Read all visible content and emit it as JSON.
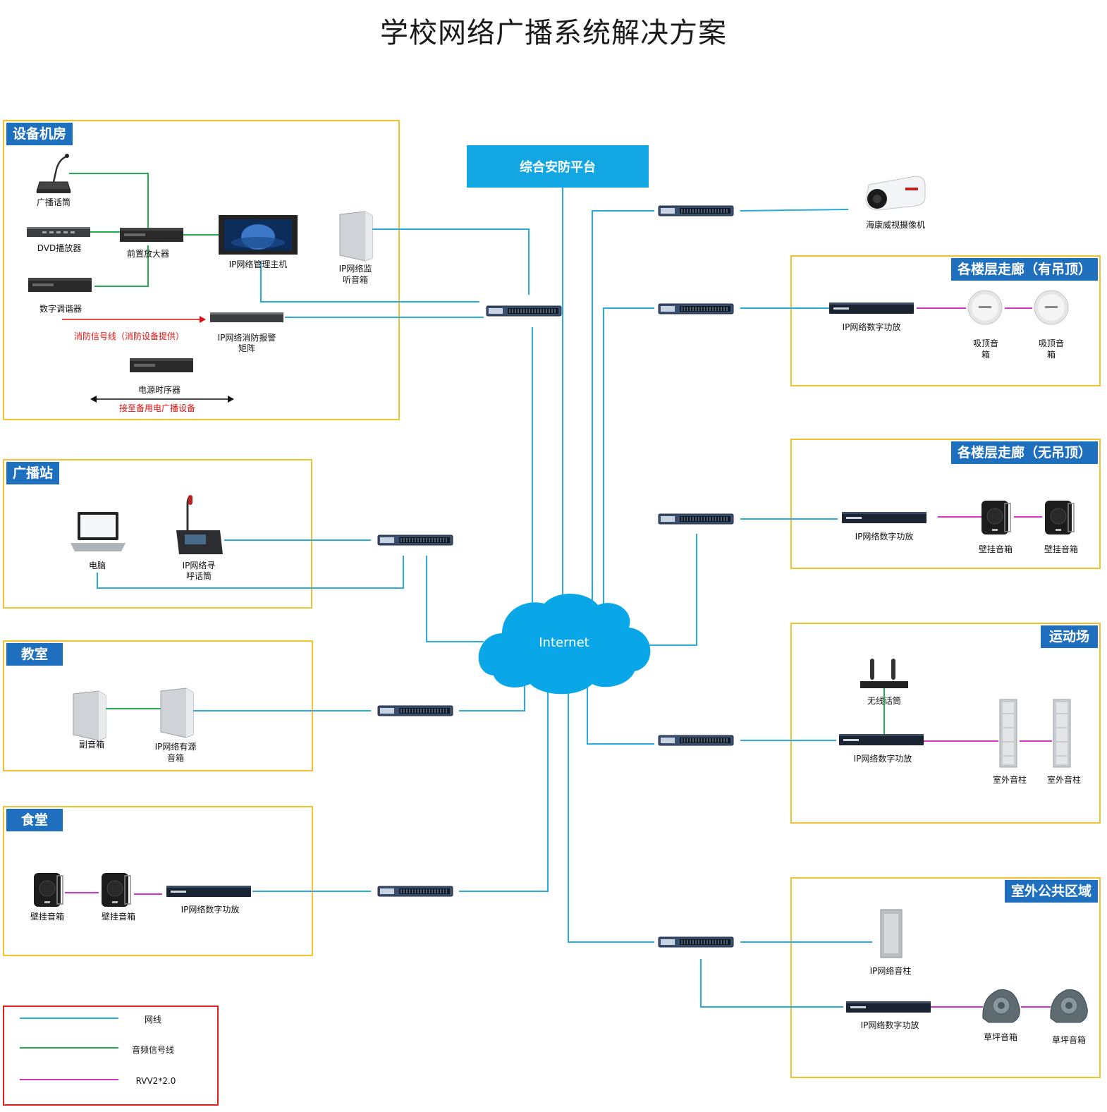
{
  "title": "学校网络广播系统解决方案",
  "platform": "综合安防平台",
  "cloud": "Internet",
  "zones": {
    "equipment_room": "设备机房",
    "broadcast_station": "广播站",
    "classroom": "教室",
    "canteen": "食堂",
    "corridor_ceiling": "各楼层走廊（有吊顶）",
    "corridor_no_ceiling": "各楼层走廊（无吊顶）",
    "playground": "运动场",
    "outdoor": "室外公共区域"
  },
  "labels": {
    "broadcast_mic": "广播话筒",
    "dvd_player": "DVD播放器",
    "preamp": "前置放大器",
    "ip_host": "IP网络管理主机",
    "monitor_speaker_1": "IP网络监",
    "monitor_speaker_2": "听音箱",
    "tuner": "数字调谐器",
    "fire_signal": "消防信号线（消防设备提供）",
    "fire_matrix_1": "IP网络消防报警",
    "fire_matrix_2": "矩阵",
    "power_sequencer": "电源时序器",
    "backup_link": "接至备用电广播设备",
    "computer": "电脑",
    "paging_mic_1": "IP网络寻",
    "paging_mic_2": "呼话筒",
    "sub_speaker": "副音箱",
    "active_speaker_1": "IP网络有源",
    "active_speaker_2": "音箱",
    "wall_speaker": "壁挂音箱",
    "digital_amp": "IP网络数字功放",
    "camera": "海康威视摄像机",
    "ceiling_speaker_1": "吸顶音",
    "ceiling_speaker_2": "箱",
    "wireless_mic": "无线话筒",
    "outdoor_column": "室外音柱",
    "ip_column": "IP网络音柱",
    "lawn_speaker": "草坪音箱"
  },
  "legend": [
    {
      "label": "网线",
      "color": "#29aae1"
    },
    {
      "label": "音频信号线",
      "color": "#1fae4b"
    },
    {
      "label": "RVV2*2.0",
      "color": "#d633cc"
    }
  ],
  "colors": {
    "network": "#29aae1",
    "audio": "#1fae4b",
    "rvv": "#d633cc",
    "zone_border": "#f2c232",
    "zone_tag": "#1f6fbf",
    "platform": "#12a6e3",
    "signal": "#e01010"
  }
}
